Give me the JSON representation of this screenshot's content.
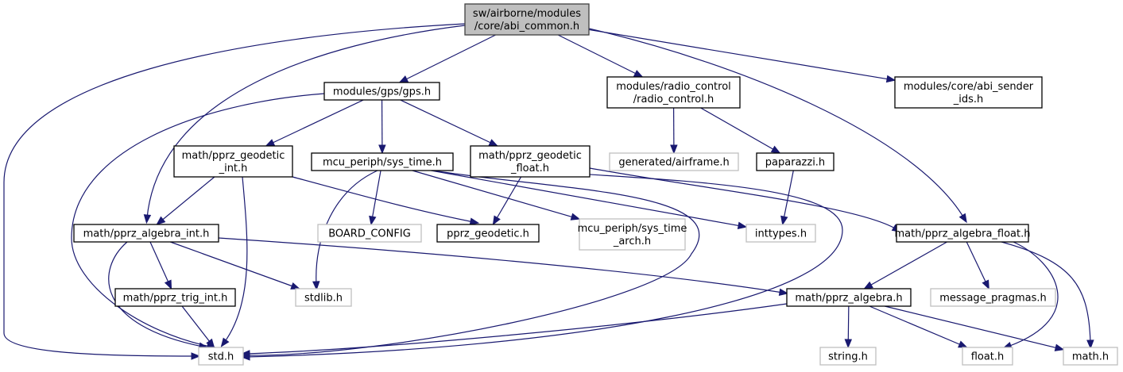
{
  "diagram": {
    "title": "sw/airborne/modules/core/abi_common.h include dependency graph",
    "colors": {
      "edge": "#191970",
      "root_fill": "#bfbfbf",
      "doc_border": "#000000",
      "nodoc_border": "#bfbfbf"
    },
    "nodes": [
      {
        "id": "abi_common",
        "lines": [
          "sw/airborne/modules",
          "/core/abi_common.h"
        ],
        "kind": "root"
      },
      {
        "id": "gps",
        "lines": [
          "modules/gps/gps.h"
        ],
        "kind": "doc"
      },
      {
        "id": "radio_control",
        "lines": [
          "modules/radio_control",
          "/radio_control.h"
        ],
        "kind": "doc"
      },
      {
        "id": "abi_sender_ids",
        "lines": [
          "modules/core/abi_sender",
          "_ids.h"
        ],
        "kind": "doc"
      },
      {
        "id": "geodetic_int",
        "lines": [
          "math/pprz_geodetic",
          "_int.h"
        ],
        "kind": "doc"
      },
      {
        "id": "sys_time",
        "lines": [
          "mcu_periph/sys_time.h"
        ],
        "kind": "doc"
      },
      {
        "id": "geodetic_float",
        "lines": [
          "math/pprz_geodetic",
          "_float.h"
        ],
        "kind": "doc"
      },
      {
        "id": "airframe",
        "lines": [
          "generated/airframe.h"
        ],
        "kind": "nodoc"
      },
      {
        "id": "paparazzi",
        "lines": [
          "paparazzi.h"
        ],
        "kind": "doc"
      },
      {
        "id": "algebra_int",
        "lines": [
          "math/pprz_algebra_int.h"
        ],
        "kind": "doc"
      },
      {
        "id": "board_config",
        "lines": [
          "BOARD_CONFIG"
        ],
        "kind": "nodoc"
      },
      {
        "id": "pprz_geodetic",
        "lines": [
          "pprz_geodetic.h"
        ],
        "kind": "doc"
      },
      {
        "id": "sys_time_arch",
        "lines": [
          "mcu_periph/sys_time",
          "_arch.h"
        ],
        "kind": "nodoc"
      },
      {
        "id": "inttypes",
        "lines": [
          "inttypes.h"
        ],
        "kind": "nodoc"
      },
      {
        "id": "algebra_float",
        "lines": [
          "math/pprz_algebra_float.h"
        ],
        "kind": "doc"
      },
      {
        "id": "trig_int",
        "lines": [
          "math/pprz_trig_int.h"
        ],
        "kind": "doc"
      },
      {
        "id": "stdlib",
        "lines": [
          "stdlib.h"
        ],
        "kind": "nodoc"
      },
      {
        "id": "algebra",
        "lines": [
          "math/pprz_algebra.h"
        ],
        "kind": "doc"
      },
      {
        "id": "message_pragmas",
        "lines": [
          "message_pragmas.h"
        ],
        "kind": "nodoc"
      },
      {
        "id": "std",
        "lines": [
          "std.h"
        ],
        "kind": "nodoc"
      },
      {
        "id": "string",
        "lines": [
          "string.h"
        ],
        "kind": "nodoc"
      },
      {
        "id": "float",
        "lines": [
          "float.h"
        ],
        "kind": "nodoc"
      },
      {
        "id": "math",
        "lines": [
          "math.h"
        ],
        "kind": "nodoc"
      }
    ],
    "edges": [
      [
        "abi_common",
        "gps"
      ],
      [
        "abi_common",
        "radio_control"
      ],
      [
        "abi_common",
        "abi_sender_ids"
      ],
      [
        "abi_common",
        "algebra_int"
      ],
      [
        "abi_common",
        "std"
      ],
      [
        "abi_common",
        "algebra_float"
      ],
      [
        "gps",
        "geodetic_int"
      ],
      [
        "gps",
        "sys_time"
      ],
      [
        "gps",
        "geodetic_float"
      ],
      [
        "gps",
        "std"
      ],
      [
        "radio_control",
        "airframe"
      ],
      [
        "radio_control",
        "paparazzi"
      ],
      [
        "geodetic_int",
        "algebra_int"
      ],
      [
        "geodetic_int",
        "pprz_geodetic"
      ],
      [
        "geodetic_int",
        "std"
      ],
      [
        "sys_time",
        "board_config"
      ],
      [
        "sys_time",
        "sys_time_arch"
      ],
      [
        "sys_time",
        "stdlib"
      ],
      [
        "sys_time",
        "inttypes"
      ],
      [
        "sys_time",
        "std"
      ],
      [
        "geodetic_float",
        "pprz_geodetic"
      ],
      [
        "geodetic_float",
        "algebra_float"
      ],
      [
        "geodetic_float",
        "std"
      ],
      [
        "paparazzi",
        "inttypes"
      ],
      [
        "algebra_int",
        "trig_int"
      ],
      [
        "algebra_int",
        "stdlib"
      ],
      [
        "algebra_int",
        "algebra"
      ],
      [
        "algebra_int",
        "std"
      ],
      [
        "algebra_float",
        "algebra"
      ],
      [
        "algebra_float",
        "message_pragmas"
      ],
      [
        "algebra_float",
        "float"
      ],
      [
        "algebra_float",
        "math"
      ],
      [
        "trig_int",
        "std"
      ],
      [
        "algebra",
        "std"
      ],
      [
        "algebra",
        "string"
      ],
      [
        "algebra",
        "float"
      ],
      [
        "algebra",
        "math"
      ]
    ]
  }
}
